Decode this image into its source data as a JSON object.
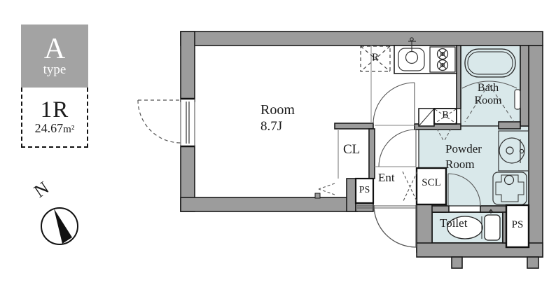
{
  "panel": {
    "type_main": "A",
    "type_sub": "type",
    "layout": "1R",
    "area_value": "24.67",
    "area_unit": "m²",
    "north": "N"
  },
  "plan": {
    "room_name": "Room",
    "room_size": "8.7J",
    "closet": "CL",
    "pipe_space_entrance": "PS",
    "entrance": "Ent",
    "shoe_closet": "SCL",
    "storage": "B",
    "refrigerator": "R",
    "bath_line1": "Bath",
    "bath_line2": "Room",
    "powder_line1": "Powder",
    "powder_line2": "Room",
    "toilet": "Toilet",
    "pipe_space_toilet": "PS"
  },
  "colors": {
    "wall": "#9c9c9c",
    "wet_floor": "#d9e8ea",
    "label_box": "#a3a3a3",
    "line": "#1a1a1a"
  }
}
